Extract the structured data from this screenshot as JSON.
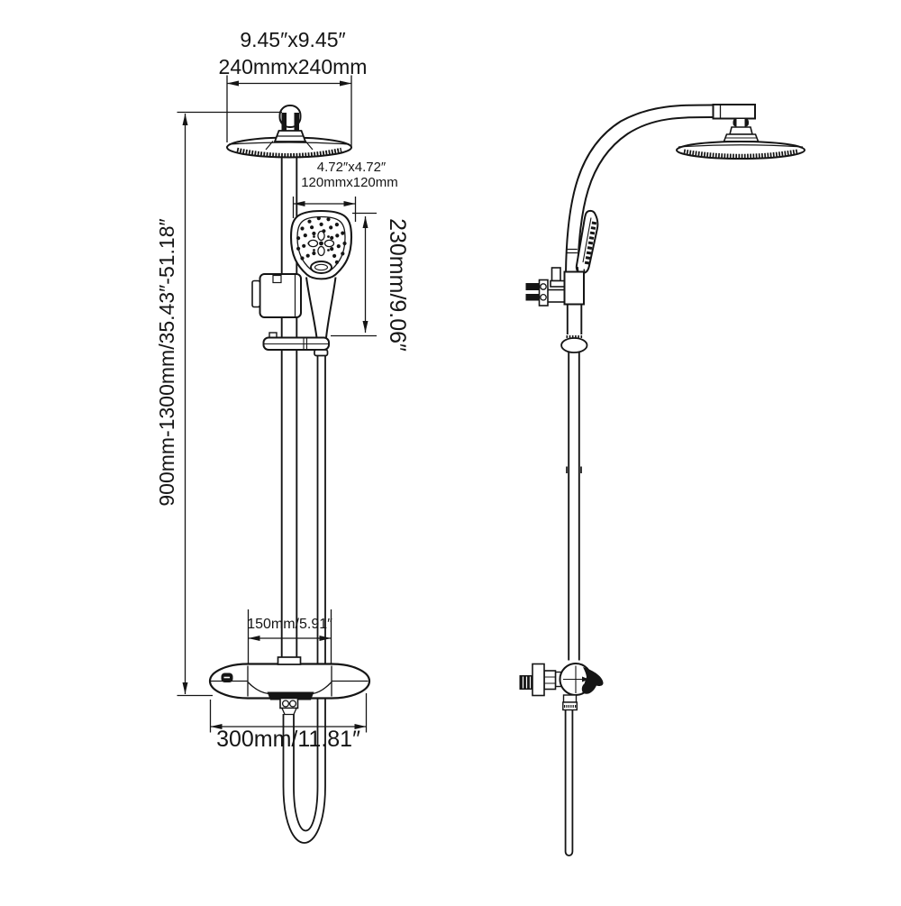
{
  "diagram": {
    "colors": {
      "ink": "#151515",
      "background": "#ffffff"
    },
    "labels": {
      "rain_head_size_in": "9.45″x9.45″",
      "rain_head_size_mm": "240mmx240mm",
      "hand_shower_size_in": "4.72″x4.72″",
      "hand_shower_size_mm": "120mmx120mm",
      "hand_shower_length": "230mm/9.06″",
      "bar_height_range": "900mm-1300mm/35.43″-51.18″",
      "inlet_spacing": "150mm/5.91″",
      "valve_width": "300mm/11.81″"
    }
  }
}
